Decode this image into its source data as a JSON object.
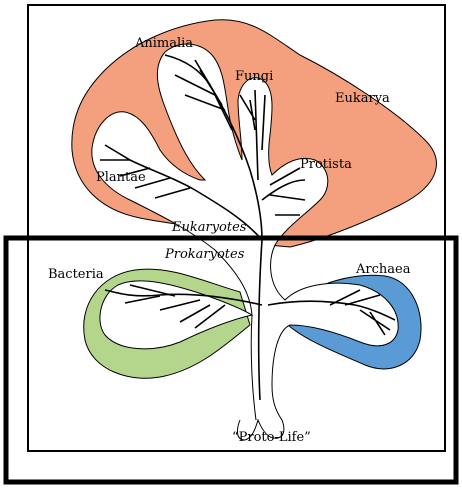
{
  "colors": {
    "eukarya": "#F4A07E",
    "bacteria": "#B3D68C",
    "archaea": "#5B9BD5",
    "frame": "#000000",
    "background": "#ffffff"
  },
  "labels": {
    "animalia": "Animalia",
    "fungi": "Fungi",
    "eukarya": "Eukarya",
    "plantae": "Plantae",
    "protista": "Protista",
    "eukaryotes": "Eukaryotes",
    "prokaryotes": "Prokaryotes",
    "bacteria": "Bacteria",
    "archaea": "Archaea",
    "proto_life": "“Proto-Life”"
  }
}
